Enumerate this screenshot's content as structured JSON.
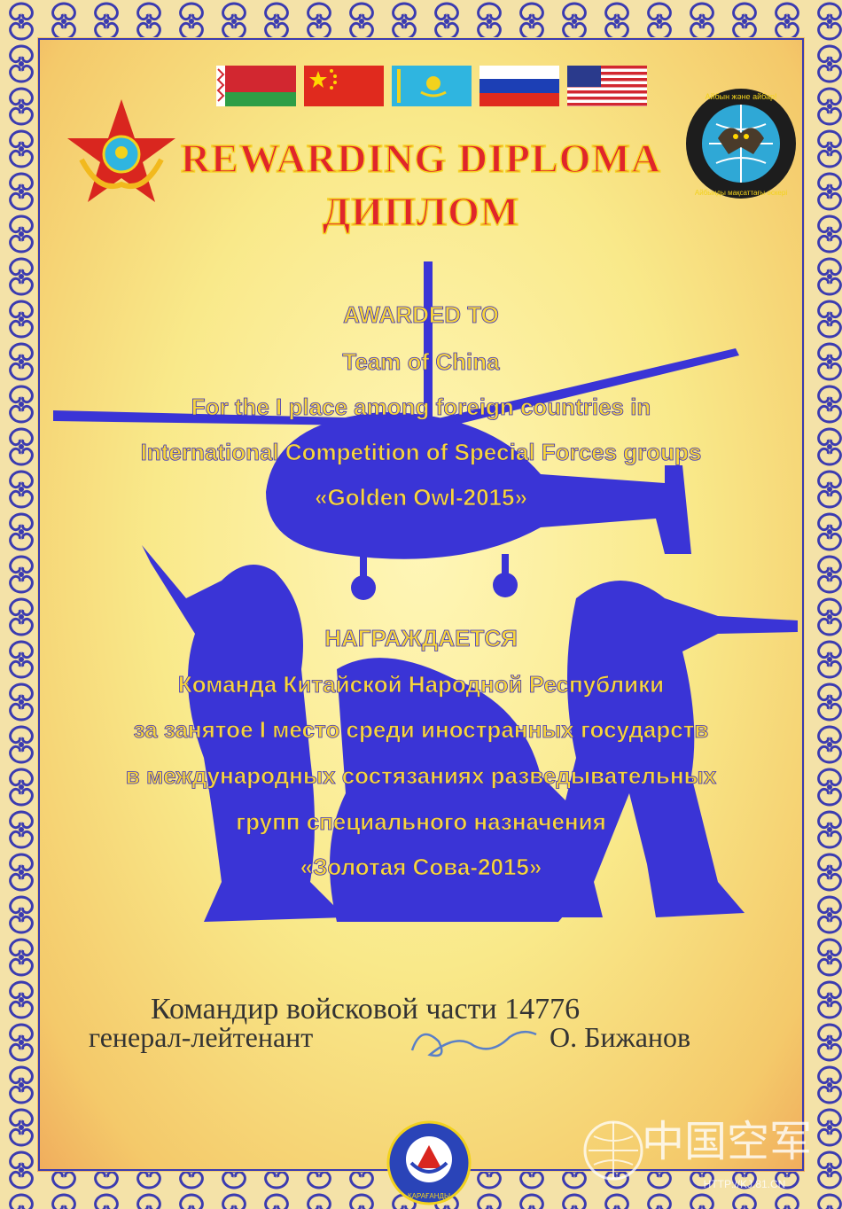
{
  "header": {
    "title_en": "REWARDING DIPLOMA",
    "title_ru": "ДИПЛОМ"
  },
  "flags": [
    "belarus-flag-icon",
    "china-flag-icon",
    "kazakhstan-flag-icon",
    "russia-flag-icon",
    "usa-flag-icon"
  ],
  "emblems": {
    "owl_emblem_text_top": "Айбын және айбар!",
    "owl_emblem_text_bottom": "Айбынды мақсаттағы әскері",
    "bottom_emblem_text": "ҚАРАҒАНДЫ",
    "watermark_text": "中国空军",
    "watermark_url": "HTTP://KJ.81.CN"
  },
  "award_en": {
    "line1": "AWARDED TO",
    "line2": "Team of China",
    "line3": "For the I place among foreign countries in",
    "line4": "International Competition of Special Forces groups",
    "line5": "«Golden Owl-2015»"
  },
  "award_ru": {
    "line1": "НАГРАЖДАЕТСЯ",
    "line2": "Команда Китайской Народной Республики",
    "line3": "за занятое I место среди иностранных государств",
    "line4": "в международных состязаниях разведывательных",
    "line5": "групп  специального назначения",
    "line6": "«Золотая Сова-2015»"
  },
  "signature_block": {
    "position": "Командир войсковой части 14776",
    "rank": "генерал-лейтенант",
    "name": "О. Бижанов"
  },
  "colors": {
    "title_red": "#e0262a",
    "award_yellow": "#f7d53b",
    "silhouette_blue": "#3a34d6",
    "border_blue": "#3b3bb0"
  }
}
